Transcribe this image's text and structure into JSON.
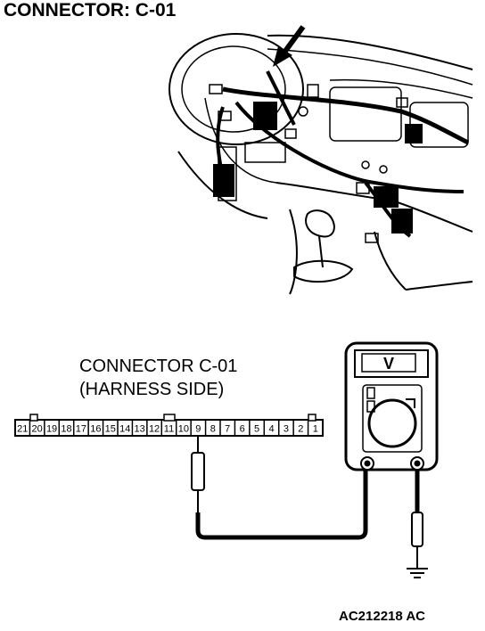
{
  "title": "CONNECTOR: C-01",
  "connector_label": {
    "line1": "CONNECTOR C-01",
    "line2": "(HARNESS SIDE)"
  },
  "figure_id": "AC212218 AC",
  "connector_pins": [
    "21",
    "20",
    "19",
    "18",
    "17",
    "16",
    "15",
    "14",
    "13",
    "12",
    "11",
    "10",
    "9",
    "8",
    "7",
    "6",
    "5",
    "4",
    "3",
    "2",
    "1"
  ],
  "probe_pin": "9",
  "meter_display_symbol": "V"
}
